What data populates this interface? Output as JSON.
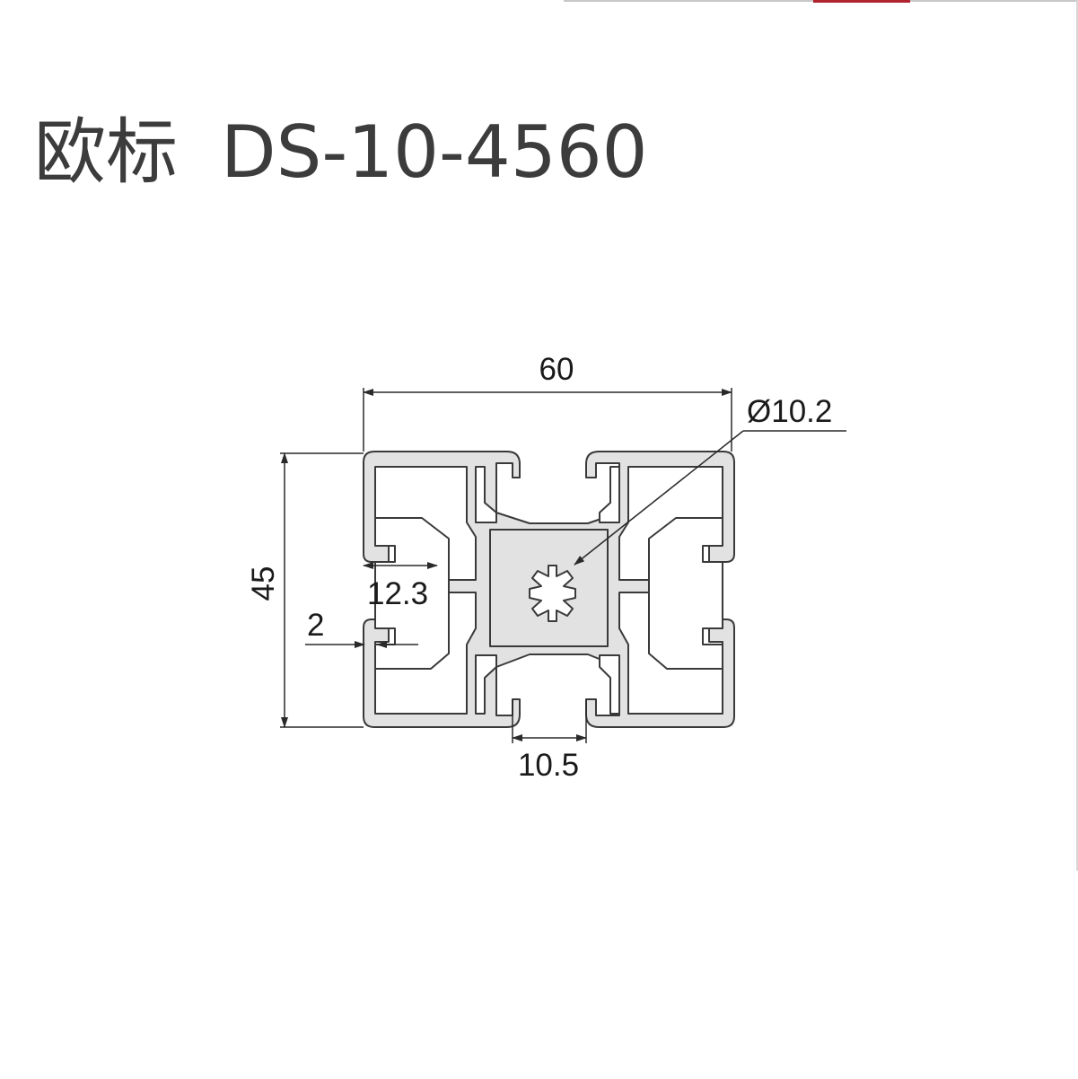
{
  "title": {
    "prefix": "欧标",
    "model": "DS-10-4560"
  },
  "dimensions": {
    "width": "60",
    "height": "45",
    "bore_diameter": "Ø10.2",
    "slot_depth": "12.3",
    "wall_thickness": "2",
    "slot_width": "10.5"
  },
  "colors": {
    "profile_fill": "#e2e2e2",
    "line": "#3a3a3a",
    "title_text": "#3c3c3c",
    "accent": "#b0242f"
  }
}
